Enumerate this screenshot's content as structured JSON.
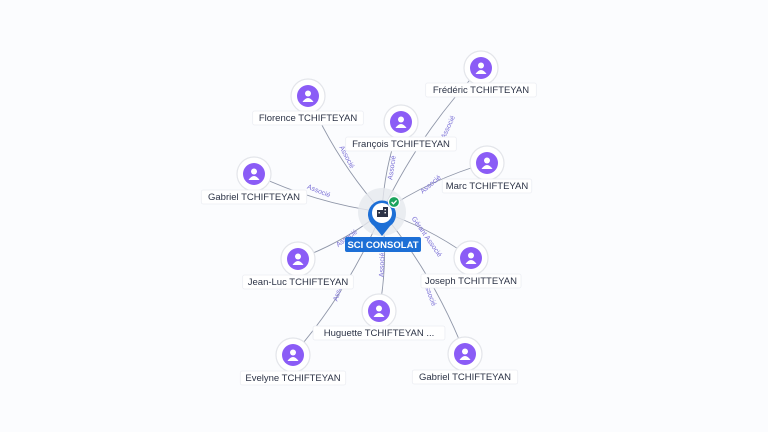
{
  "colors": {
    "person": "#8b5cf6",
    "company": "#1d6fd6",
    "edge": "#8f96a8",
    "edge_label": "#7a6fd6",
    "badge": "#1aa35c"
  },
  "icons": {
    "person": "person-icon",
    "company": "building-icon",
    "badge": "check-badge-icon"
  },
  "center": {
    "label": "SCI CONSOLAT"
  },
  "people": [
    {
      "id": "frederic",
      "label": "Frédéric TCHIFTEYAN",
      "relation": "Associé"
    },
    {
      "id": "florence",
      "label": "Florence TCHIFTEYAN",
      "relation": "Associé"
    },
    {
      "id": "francois",
      "label": "François TCHIFTEYAN",
      "relation": "Associé"
    },
    {
      "id": "marc",
      "label": "Marc TCHIFTEYAN",
      "relation": "Associé"
    },
    {
      "id": "gabriel1",
      "label": "Gabriel TCHIFTEYAN",
      "relation": "Associé"
    },
    {
      "id": "jeanluc",
      "label": "Jean-Luc TCHIFTEYAN",
      "relation": "Associé"
    },
    {
      "id": "joseph",
      "label": "Joseph TCHITTEYAN",
      "relation": "Gérant Associé"
    },
    {
      "id": "huguette",
      "label": "Huguette TCHIFTEYAN ...",
      "relation": "Associé"
    },
    {
      "id": "evelyne",
      "label": "Evelyne TCHIFTEYAN",
      "relation": "Associé"
    },
    {
      "id": "gabriel2",
      "label": "Gabriel TCHIFTEYAN",
      "relation": "Associé"
    }
  ]
}
